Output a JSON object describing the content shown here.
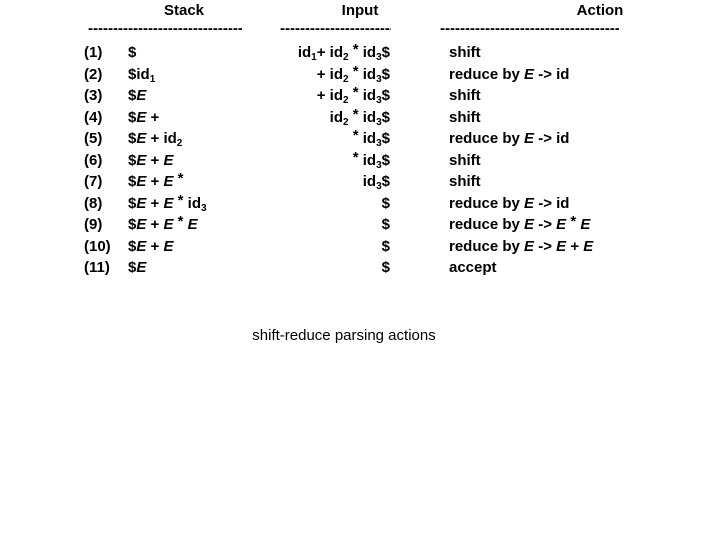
{
  "headers": {
    "stack": "Stack",
    "input": "Input",
    "action": "Action"
  },
  "rules": {
    "stack": "---------------",
    "input": "----------",
    "action": "-----------------",
    "char": "-"
  },
  "caption": "shift-reduce parsing actions",
  "colors": {
    "background": "#ffffff",
    "text": "#000000"
  },
  "grammar": {
    "nonterminal": "E",
    "productions": [
      "E -> id",
      "E -> E * E",
      "E -> E + E"
    ]
  },
  "table": {
    "columns": [
      "Stack",
      "Input",
      "Action"
    ],
    "rows": [
      {
        "num": "(1)",
        "stack_text": "$",
        "input_text": "id1+ id2 * id3$",
        "action_text": "shift",
        "stack_tokens": [
          {
            "t": "$",
            "s": "plain"
          }
        ],
        "input_tokens": [
          {
            "t": "id",
            "s": "plain"
          },
          {
            "t": "1",
            "s": "sub"
          },
          {
            "t": "+ ",
            "s": "plain"
          },
          {
            "t": "id",
            "s": "plain"
          },
          {
            "t": "2",
            "s": "sub"
          },
          {
            "t": " ",
            "s": "plain"
          },
          {
            "t": "*",
            "s": "star"
          },
          {
            "t": " ",
            "s": "plain"
          },
          {
            "t": "id",
            "s": "plain"
          },
          {
            "t": "3",
            "s": "sub"
          },
          {
            "t": "$",
            "s": "plain"
          }
        ],
        "action_tokens": [
          {
            "t": "shift",
            "s": "plain"
          }
        ]
      },
      {
        "num": "(2)",
        "stack_text": "$id1",
        "input_text": "+ id2 * id3$",
        "action_text": "reduce by E -> id",
        "stack_tokens": [
          {
            "t": "$id",
            "s": "plain"
          },
          {
            "t": "1",
            "s": "sub"
          }
        ],
        "input_tokens": [
          {
            "t": "+ ",
            "s": "plain"
          },
          {
            "t": "id",
            "s": "plain"
          },
          {
            "t": "2",
            "s": "sub"
          },
          {
            "t": " ",
            "s": "plain"
          },
          {
            "t": "*",
            "s": "star"
          },
          {
            "t": " ",
            "s": "plain"
          },
          {
            "t": "id",
            "s": "plain"
          },
          {
            "t": "3",
            "s": "sub"
          },
          {
            "t": "$",
            "s": "plain"
          }
        ],
        "action_tokens": [
          {
            "t": "reduce by ",
            "s": "plain"
          },
          {
            "t": "E",
            "s": "italic"
          },
          {
            "t": " -> id",
            "s": "plain"
          }
        ]
      },
      {
        "num": "(3)",
        "stack_text": "$E",
        "input_text": "+ id2 * id3$",
        "action_text": "shift",
        "stack_tokens": [
          {
            "t": "$",
            "s": "plain"
          },
          {
            "t": "E",
            "s": "italic"
          }
        ],
        "input_tokens": [
          {
            "t": "+ ",
            "s": "plain"
          },
          {
            "t": "id",
            "s": "plain"
          },
          {
            "t": "2",
            "s": "sub"
          },
          {
            "t": " ",
            "s": "plain"
          },
          {
            "t": "*",
            "s": "star"
          },
          {
            "t": " ",
            "s": "plain"
          },
          {
            "t": "id",
            "s": "plain"
          },
          {
            "t": "3",
            "s": "sub"
          },
          {
            "t": "$",
            "s": "plain"
          }
        ],
        "action_tokens": [
          {
            "t": "shift",
            "s": "plain"
          }
        ]
      },
      {
        "num": "(4)",
        "stack_text": "$E +",
        "input_text": "id2 * id3$",
        "action_text": "shift",
        "stack_tokens": [
          {
            "t": "$",
            "s": "plain"
          },
          {
            "t": "E",
            "s": "italic"
          },
          {
            "t": " +",
            "s": "plain"
          }
        ],
        "input_tokens": [
          {
            "t": "id",
            "s": "plain"
          },
          {
            "t": "2",
            "s": "sub"
          },
          {
            "t": " ",
            "s": "plain"
          },
          {
            "t": "*",
            "s": "star"
          },
          {
            "t": " ",
            "s": "plain"
          },
          {
            "t": "id",
            "s": "plain"
          },
          {
            "t": "3",
            "s": "sub"
          },
          {
            "t": "$",
            "s": "plain"
          }
        ],
        "action_tokens": [
          {
            "t": "shift",
            "s": "plain"
          }
        ]
      },
      {
        "num": "(5)",
        "stack_text": "$E + id2",
        "input_text": "* id3$",
        "action_text": "reduce by E -> id",
        "stack_tokens": [
          {
            "t": "$",
            "s": "plain"
          },
          {
            "t": "E",
            "s": "italic"
          },
          {
            "t": " + id",
            "s": "plain"
          },
          {
            "t": "2",
            "s": "sub"
          }
        ],
        "input_tokens": [
          {
            "t": "*",
            "s": "star"
          },
          {
            "t": " ",
            "s": "plain"
          },
          {
            "t": "id",
            "s": "plain"
          },
          {
            "t": "3",
            "s": "sub"
          },
          {
            "t": "$",
            "s": "plain"
          }
        ],
        "action_tokens": [
          {
            "t": "reduce by ",
            "s": "plain"
          },
          {
            "t": "E",
            "s": "italic"
          },
          {
            "t": " -> id",
            "s": "plain"
          }
        ]
      },
      {
        "num": "(6)",
        "stack_text": "$E + E",
        "input_text": "* id3$",
        "action_text": "shift",
        "stack_tokens": [
          {
            "t": "$",
            "s": "plain"
          },
          {
            "t": "E",
            "s": "italic"
          },
          {
            "t": " + ",
            "s": "plain"
          },
          {
            "t": "E",
            "s": "italic"
          }
        ],
        "input_tokens": [
          {
            "t": "*",
            "s": "star"
          },
          {
            "t": " ",
            "s": "plain"
          },
          {
            "t": "id",
            "s": "plain"
          },
          {
            "t": "3",
            "s": "sub"
          },
          {
            "t": "$",
            "s": "plain"
          }
        ],
        "action_tokens": [
          {
            "t": "shift",
            "s": "plain"
          }
        ]
      },
      {
        "num": "(7)",
        "stack_text": "$E + E *",
        "input_text": "id3$",
        "action_text": "shift",
        "stack_tokens": [
          {
            "t": "$",
            "s": "plain"
          },
          {
            "t": "E",
            "s": "italic"
          },
          {
            "t": " + ",
            "s": "plain"
          },
          {
            "t": "E",
            "s": "italic"
          },
          {
            "t": " ",
            "s": "plain"
          },
          {
            "t": "*",
            "s": "star"
          }
        ],
        "input_tokens": [
          {
            "t": "id",
            "s": "plain"
          },
          {
            "t": "3",
            "s": "sub"
          },
          {
            "t": "$",
            "s": "plain"
          }
        ],
        "action_tokens": [
          {
            "t": "shift",
            "s": "plain"
          }
        ]
      },
      {
        "num": "(8)",
        "stack_text": "$E + E * id3",
        "input_text": "$",
        "action_text": "reduce by E -> id",
        "stack_tokens": [
          {
            "t": "$",
            "s": "plain"
          },
          {
            "t": "E",
            "s": "italic"
          },
          {
            "t": " + ",
            "s": "plain"
          },
          {
            "t": "E",
            "s": "italic"
          },
          {
            "t": " ",
            "s": "plain"
          },
          {
            "t": "*",
            "s": "star"
          },
          {
            "t": " id",
            "s": "plain"
          },
          {
            "t": "3",
            "s": "sub"
          }
        ],
        "input_tokens": [
          {
            "t": "$",
            "s": "plain"
          }
        ],
        "action_tokens": [
          {
            "t": "reduce by ",
            "s": "plain"
          },
          {
            "t": "E",
            "s": "italic"
          },
          {
            "t": " -> id",
            "s": "plain"
          }
        ]
      },
      {
        "num": "(9)",
        "stack_text": "$E + E * E",
        "input_text": "$",
        "action_text": "reduce by E -> E * E",
        "stack_tokens": [
          {
            "t": "$",
            "s": "plain"
          },
          {
            "t": "E",
            "s": "italic"
          },
          {
            "t": " + ",
            "s": "plain"
          },
          {
            "t": "E",
            "s": "italic"
          },
          {
            "t": " ",
            "s": "plain"
          },
          {
            "t": "*",
            "s": "star"
          },
          {
            "t": " ",
            "s": "plain"
          },
          {
            "t": "E",
            "s": "italic"
          }
        ],
        "input_tokens": [
          {
            "t": "$",
            "s": "plain"
          }
        ],
        "action_tokens": [
          {
            "t": "reduce by ",
            "s": "plain"
          },
          {
            "t": "E",
            "s": "italic"
          },
          {
            "t": " -> ",
            "s": "plain"
          },
          {
            "t": "E",
            "s": "italic"
          },
          {
            "t": " ",
            "s": "plain"
          },
          {
            "t": "*",
            "s": "star"
          },
          {
            "t": " ",
            "s": "plain"
          },
          {
            "t": "E",
            "s": "italic"
          }
        ]
      },
      {
        "num": "(10)",
        "stack_text": "$E + E",
        "input_text": "$",
        "action_text": "reduce by E -> E + E",
        "stack_tokens": [
          {
            "t": "$",
            "s": "plain"
          },
          {
            "t": "E",
            "s": "italic"
          },
          {
            "t": " + ",
            "s": "plain"
          },
          {
            "t": "E",
            "s": "italic"
          }
        ],
        "input_tokens": [
          {
            "t": "$",
            "s": "plain"
          }
        ],
        "action_tokens": [
          {
            "t": "reduce by ",
            "s": "plain"
          },
          {
            "t": "E",
            "s": "italic"
          },
          {
            "t": " -> ",
            "s": "plain"
          },
          {
            "t": "E",
            "s": "italic"
          },
          {
            "t": " + ",
            "s": "plain"
          },
          {
            "t": "E",
            "s": "italic"
          }
        ]
      },
      {
        "num": "(11)",
        "stack_text": "$E",
        "input_text": "$",
        "action_text": "accept",
        "stack_tokens": [
          {
            "t": "$",
            "s": "plain"
          },
          {
            "t": "E",
            "s": "italic"
          }
        ],
        "input_tokens": [
          {
            "t": "$",
            "s": "plain"
          }
        ],
        "action_tokens": [
          {
            "t": "accept",
            "s": "plain"
          }
        ]
      }
    ]
  }
}
